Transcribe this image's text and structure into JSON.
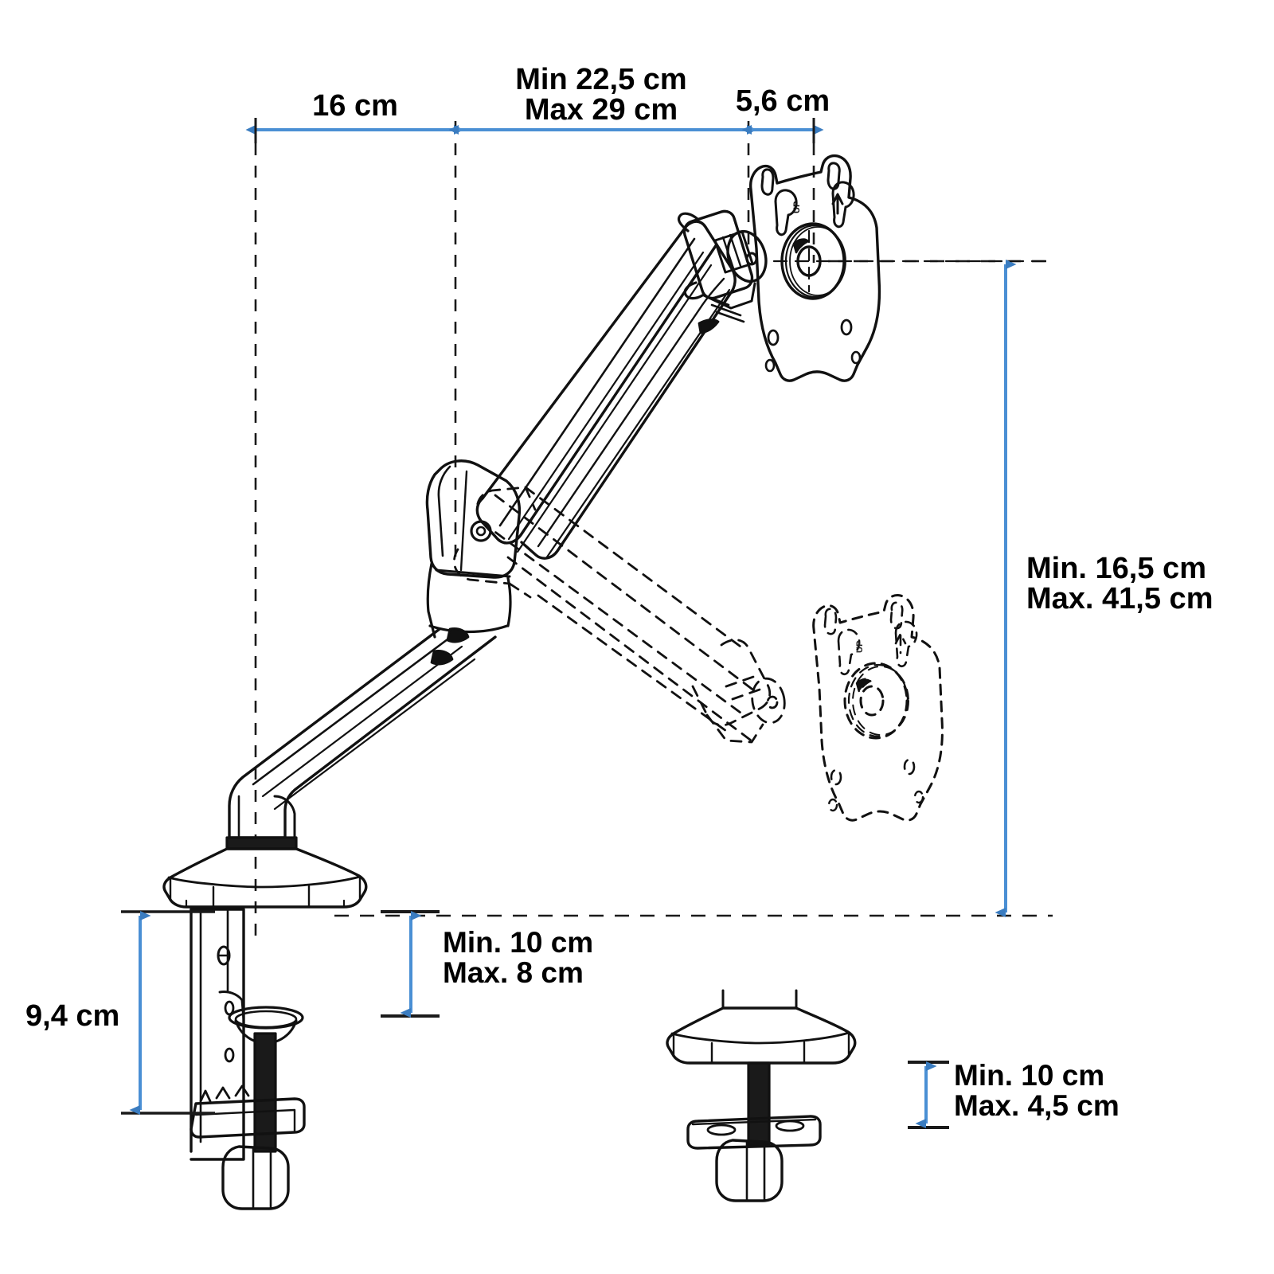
{
  "document": {
    "title": "Monitor Mount Arm Dimensional Drawing",
    "type": "technical-line-drawing",
    "units": "cm",
    "background_color": "#FFFFFF",
    "line_color": "#111111",
    "dimension_color": "#4A8FD4"
  },
  "dimensions": {
    "reach_base": {
      "id": "reach-base",
      "label": "16 cm",
      "orientation": "horizontal",
      "value": 16,
      "position": "top-left"
    },
    "reach_arm": {
      "id": "reach-arm",
      "label_min": "Min 22,5 cm",
      "label_max": "Max 29 cm",
      "orientation": "horizontal",
      "value_min": 22.5,
      "value_max": 29,
      "position": "top-center"
    },
    "head_depth": {
      "id": "head-depth",
      "label": "5,6 cm",
      "orientation": "horizontal",
      "value": 5.6,
      "position": "top-right"
    },
    "height_range": {
      "id": "height-range",
      "label_min": "Min. 16,5 cm",
      "label_max": "Max. 41,5 cm",
      "orientation": "vertical",
      "value_min": 16.5,
      "value_max": 41.5,
      "position": "right"
    },
    "clamp_height": {
      "id": "clamp-height",
      "label": "9,4 cm",
      "orientation": "vertical",
      "value": 9.4,
      "position": "bottom-left"
    },
    "clamp_thickness": {
      "id": "clamp-thickness",
      "label_min": "Min. 10 cm",
      "label_max": "Max. 8 cm",
      "orientation": "vertical",
      "value_min": 10,
      "value_max": 8,
      "position": "bottom-center"
    },
    "grommet_thickness": {
      "id": "grommet-thickness",
      "label_min": "Min. 10 cm",
      "label_max": "Max. 4,5 cm",
      "orientation": "vertical",
      "value_min": 10,
      "value_max": 4.5,
      "position": "bottom-right"
    }
  },
  "parts": {
    "vesa_plate": {
      "name": "vesa-mounting-plate",
      "marking": "UP",
      "state": "solid"
    },
    "vesa_plate_ghost": {
      "name": "vesa-mounting-plate-lowered",
      "marking": "UP",
      "state": "dashed"
    },
    "upper_arm": {
      "name": "gas-spring-upper-arm"
    },
    "lower_arm": {
      "name": "lower-arm"
    },
    "elbow": {
      "name": "elbow-joint"
    },
    "base_cap": {
      "name": "base-pillar-cap"
    },
    "c_clamp": {
      "name": "desk-c-clamp"
    },
    "grommet_mount": {
      "name": "grommet-mount"
    }
  }
}
